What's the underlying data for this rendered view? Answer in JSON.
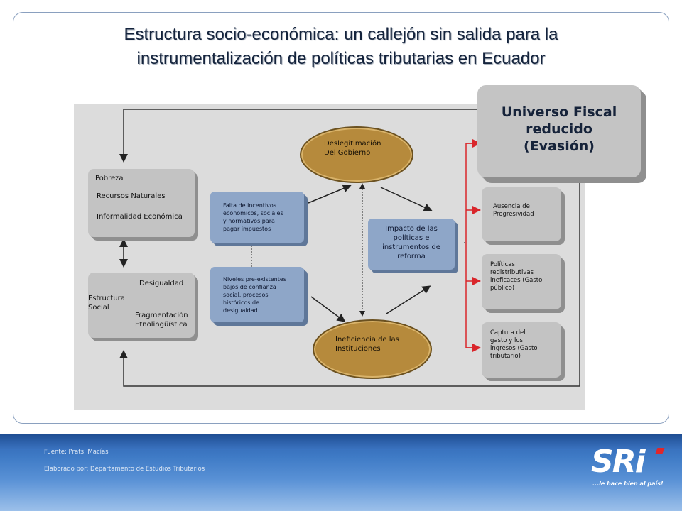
{
  "title": {
    "line1": "Estructura socio-económica: un callejón sin salida para la",
    "line2": "instrumentalización de políticas tributarias en Ecuador"
  },
  "diagram": {
    "left_top_box": {
      "l1": "Pobreza",
      "l2": "Recursos Naturales",
      "l3": "Informalidad Económica"
    },
    "left_bottom_box": {
      "estructura": "Estructura\n  Social",
      "desigualdad": "Desigualdad",
      "fragmentacion": "Fragmentación\nEtnolingüística"
    },
    "blue_box_top": "Falta de incentivos\neconómicos, sociales\ny normativos para\npagar impuestos",
    "blue_box_bottom": "Niveles pre-existentes\nbajos de confianza\nsocial, procesos\nhistóricos de\ndesigualdad",
    "ellipse_top": "Deslegitimación\nDel Gobierno",
    "ellipse_bottom": "Ineficiencia de las\nInstituciones",
    "impacto_box": "Impacto de las\npolíticas e\ninstrumentos de\nreforma",
    "universo": "Universo Fiscal\nreducido\n(Evasión)",
    "right_boxes": [
      "Ausencia de\nProgresividad",
      "Políticas\nredistributivas\nineficaces (Gasto\npúblico)",
      "Captura del\ngasto y los\ningresos  (Gasto\ntributario)"
    ]
  },
  "footer": {
    "source": "Fuente: Prats, Macías",
    "elaborado": "Elaborado por: Departamento de Estudios Tributarios",
    "logo": "SRi",
    "tagline": "...le hace bien al país!"
  },
  "colors": {
    "accent_red": "#d9262b",
    "ellipse_gold": "#b68a3c",
    "blue_box": "#8ea6c8"
  }
}
